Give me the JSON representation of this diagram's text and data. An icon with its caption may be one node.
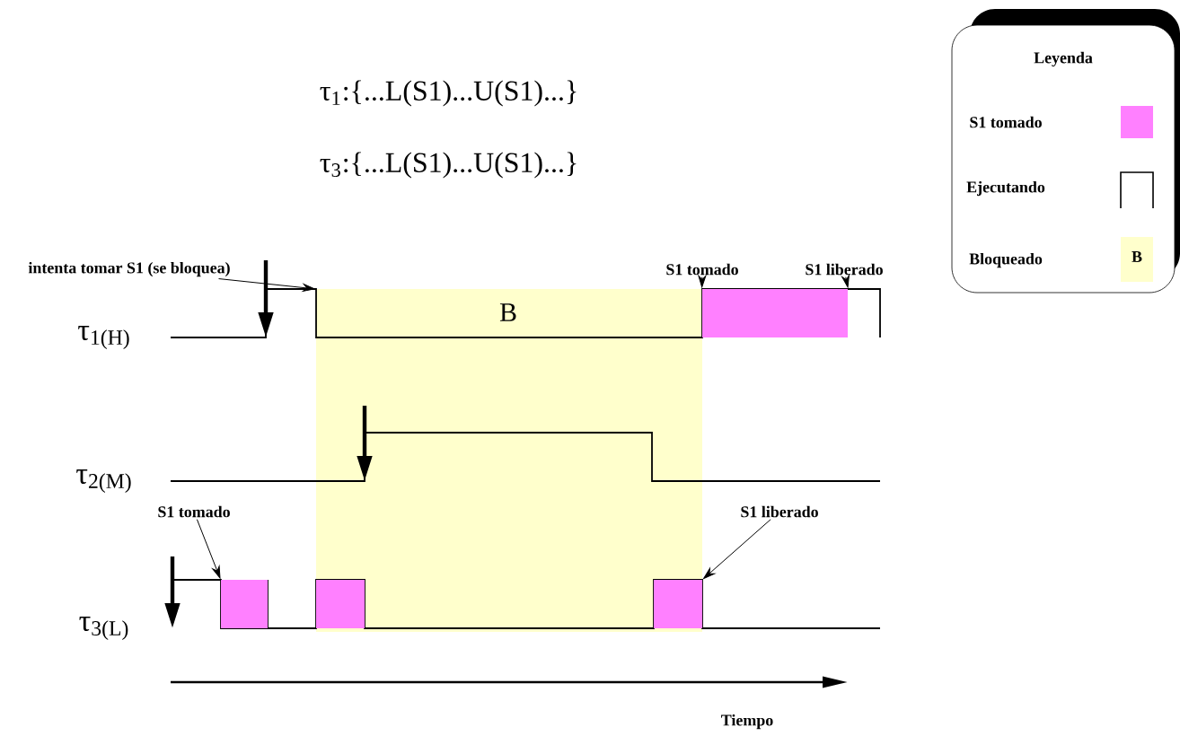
{
  "diagram": {
    "nodes": [
      {
        "text": [
          "intenta tomar S1 (se bloquea)"
        ]
      },
      {
        "text": [
          "S1 tomado"
        ]
      },
      {
        "text": [
          "S1 liberado"
        ]
      },
      {
        "text": [
          "S1 tomado"
        ]
      },
      {
        "text": [
          "S1 liberado"
        ]
      },
      {
        "text": [],
        "shape": "box"
      },
      {
        "text": [],
        "shape": "box"
      },
      {
        "text": [],
        "shape": "box"
      },
      {
        "text": [],
        "shape": "box"
      }
    ],
    "edges": [
      {
        "from": 0,
        "to": null,
        "arrow": "to"
      },
      {
        "from": 1,
        "to": 5,
        "arrow": "to"
      },
      {
        "from": 2,
        "to": 5,
        "arrow": "to"
      },
      {
        "from": 3,
        "to": 6,
        "arrow": "to"
      },
      {
        "from": 4,
        "to": 8,
        "arrow": "to"
      }
    ],
    "labels": [
      "τ$_{1}$:{...L(S1)...U(S1)...}",
      "τ$_{3}$:{...L(S1)...U(S1)...}",
      "Leyenda",
      "τ$_{1(H)}$",
      "B",
      "τ$_{2(M)}$",
      "τ$_{3(L)}$",
      "Tiempo",
      "B"
    ],
    "legend": [
      {
        "text": "S1 tomado",
        "color": "#ff80ff"
      },
      {
        "text": "Ejecutando"
      },
      {
        "text": "Bloqueado",
        "color": "#ffffcc"
      }
    ]
  }
}
